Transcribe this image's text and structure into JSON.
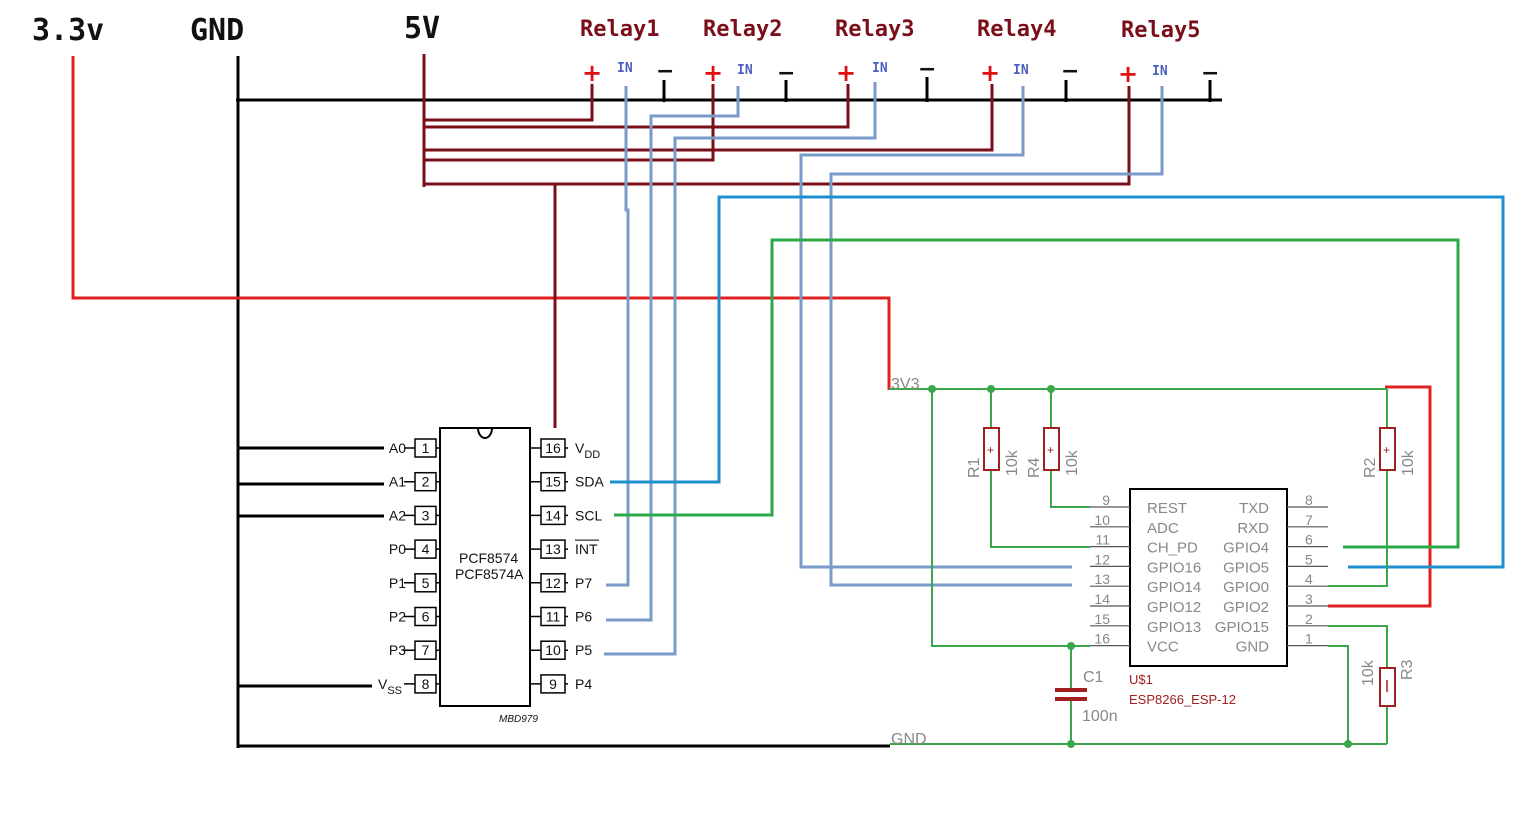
{
  "rails": {
    "v33": "3.3v",
    "gnd": "GND",
    "v5": "5V"
  },
  "relays": [
    {
      "label": "Relay1",
      "plus": "+",
      "in": "IN",
      "minus": "−"
    },
    {
      "label": "Relay2",
      "plus": "+",
      "in": "IN",
      "minus": "−"
    },
    {
      "label": "Relay3",
      "plus": "+",
      "in": "IN",
      "minus": "−"
    },
    {
      "label": "Relay4",
      "plus": "+",
      "in": "IN",
      "minus": "−"
    },
    {
      "label": "Relay5",
      "plus": "+",
      "in": "IN",
      "minus": "−"
    }
  ],
  "pcf": {
    "name1": "PCF8574",
    "name2": "PCF8574A",
    "code": "MBD979",
    "left_pins": [
      {
        "num": "1",
        "label": "A0"
      },
      {
        "num": "2",
        "label": "A1"
      },
      {
        "num": "3",
        "label": "A2"
      },
      {
        "num": "4",
        "label": "P0"
      },
      {
        "num": "5",
        "label": "P1"
      },
      {
        "num": "6",
        "label": "P2"
      },
      {
        "num": "7",
        "label": "P3"
      },
      {
        "num": "8",
        "label": "V",
        "sub": "SS"
      }
    ],
    "right_pins": [
      {
        "num": "16",
        "label": "V",
        "sub": "DD"
      },
      {
        "num": "15",
        "label": "SDA"
      },
      {
        "num": "14",
        "label": "SCL"
      },
      {
        "num": "13",
        "label": "INT"
      },
      {
        "num": "12",
        "label": "P7"
      },
      {
        "num": "11",
        "label": "P6"
      },
      {
        "num": "10",
        "label": "P5"
      },
      {
        "num": "9",
        "label": "P4"
      }
    ]
  },
  "esp": {
    "ref": "U$1",
    "name": "ESP8266_ESP-12",
    "left_pins": [
      {
        "num": "9",
        "label": "REST"
      },
      {
        "num": "10",
        "label": "ADC"
      },
      {
        "num": "11",
        "label": "CH_PD"
      },
      {
        "num": "12",
        "label": "GPIO16"
      },
      {
        "num": "13",
        "label": "GPIO14"
      },
      {
        "num": "14",
        "label": "GPIO12"
      },
      {
        "num": "15",
        "label": "GPIO13"
      },
      {
        "num": "16",
        "label": "VCC"
      }
    ],
    "right_pins": [
      {
        "num": "8",
        "label": "TXD"
      },
      {
        "num": "7",
        "label": "RXD"
      },
      {
        "num": "6",
        "label": "GPIO4"
      },
      {
        "num": "5",
        "label": "GPIO5"
      },
      {
        "num": "4",
        "label": "GPIO0"
      },
      {
        "num": "3",
        "label": "GPIO2"
      },
      {
        "num": "2",
        "label": "GPIO15"
      },
      {
        "num": "1",
        "label": "GND"
      }
    ]
  },
  "nets": {
    "v3v3": "3V3",
    "gnd": "GND"
  },
  "resistors": {
    "r1": {
      "ref": "R1",
      "value": "10k"
    },
    "r4": {
      "ref": "R4",
      "value": "10k"
    },
    "r2": {
      "ref": "R2",
      "value": "10k"
    },
    "r3": {
      "ref": "R3",
      "value": "10k"
    }
  },
  "capacitor": {
    "ref": "C1",
    "value": "100n"
  },
  "colors": {
    "red": "#e02020",
    "darkred": "#7a0f1a",
    "blue": "#7a9ac8",
    "cyan": "#1e90d0",
    "green": "#2aa84a",
    "black": "#000000",
    "grey_line": "#3aa84a"
  }
}
